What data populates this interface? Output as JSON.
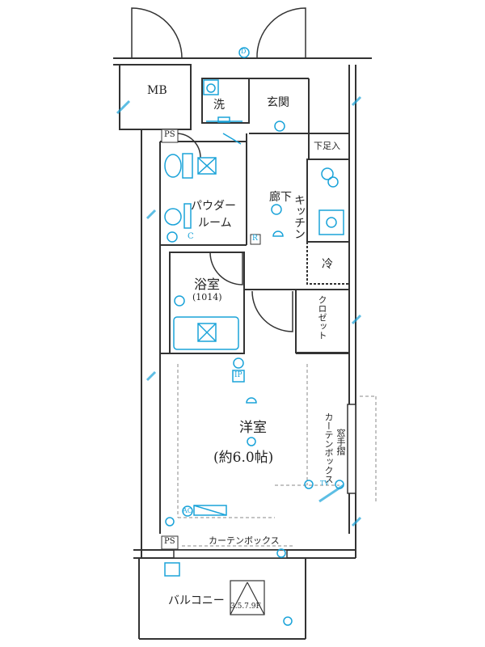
{
  "rooms": {
    "mb": "MB",
    "laundry": "洗",
    "entrance": "玄関",
    "shoe_storage": "下足入",
    "powder_room_line1": "パウダー",
    "powder_room_line2": "ルーム",
    "hallway": "廊下",
    "kitchen": "キッチン",
    "fridge": "冷",
    "bathroom": "浴室",
    "bathroom_size": "(1014)",
    "closet": "クロゼット",
    "western_room": "洋室",
    "western_room_size": "(約6.0帖)",
    "curtain_box_side": "カーテンボックス",
    "curtain_box_bottom": "カーテンボックス",
    "window_handrail": "窓手摺",
    "balcony": "バルコニー",
    "balcony_hatch": "3.5.7.9F"
  },
  "symbols": {
    "ps_top": "PS",
    "ps_bottom": "PS",
    "ip": "IP",
    "tv": "TV",
    "r": "R",
    "c": "C",
    "ac": "AC",
    "d": "D"
  },
  "colors": {
    "wall": "#333333",
    "fixture": "#1aa3d9",
    "dashed": "#888888"
  }
}
